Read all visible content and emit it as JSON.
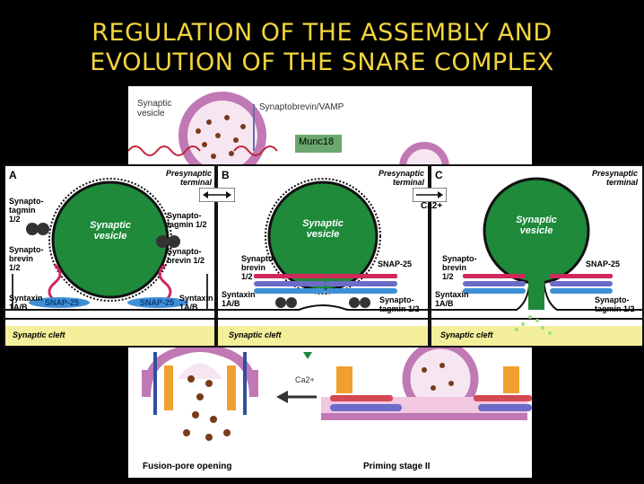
{
  "title": {
    "line1": "REGULATION OF THE ASSEMBLY AND",
    "line2": "EVOLUTION OF THE SNARE COMPLEX"
  },
  "top_figure": {
    "synaptic_vesicle": "Synaptic vesicle",
    "synaptobrevin": "Synaptobrevin/VAMP",
    "munc18": "Munc18"
  },
  "panels": [
    {
      "letter": "A",
      "terminal": "Presynaptic terminal",
      "vesicle": "Synaptic vesicle",
      "cleft": "Synaptic cleft",
      "labels": [
        "Synapto-tagmin 1/2",
        "Synapto-tagmin 1/2",
        "Synapto-brevin 1/2",
        "Synapto-brevin 1/2",
        "Syntaxin 1A/B",
        "Syntaxin 1A/B",
        "SNAP-25",
        "SNAP-25"
      ]
    },
    {
      "letter": "B",
      "terminal": "Presynaptic terminal",
      "vesicle": "Synaptic vesicle",
      "cleft": "Synaptic cleft",
      "labels": [
        "Synapto-brevin 1/2",
        "SNAP-25",
        "Syntaxin 1A/B",
        "Synapto-tagmin 1/2"
      ]
    },
    {
      "letter": "C",
      "terminal": "Presynaptic terminal",
      "vesicle": "Synaptic vesicle",
      "cleft": "Synaptic cleft",
      "ca": "Ca2+",
      "labels": [
        "Synapto-brevin 1/2",
        "SNAP-25",
        "Syntaxin 1A/B",
        "Synapto-tagmin 1/2"
      ]
    }
  ],
  "bottom_figure": {
    "fusion_pore": "Fusion-pore opening",
    "priming": "Priming stage II",
    "ca_arrow": "Ca2+"
  },
  "colors": {
    "title": "#f2d53c",
    "vesicle_green": "#1e8a3a",
    "cleft_yellow": "#f4ef9a",
    "snap25_blue": "#3f8fd6",
    "synaptobrevin_red": "#d0285a",
    "munc18_green": "#6aa86e"
  }
}
